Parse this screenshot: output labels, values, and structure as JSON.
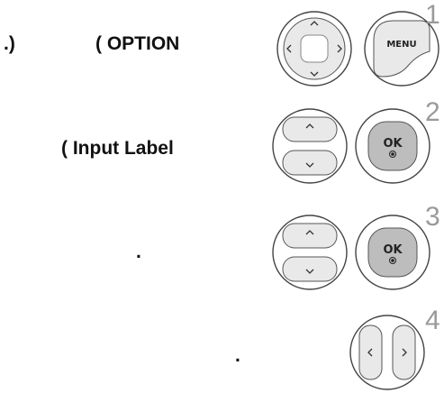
{
  "steps": [
    {
      "number": "1",
      "text_left": ".)",
      "text_main": "( OPTION",
      "buttons": [
        {
          "name": "navigation-pad",
          "icon": "dpad-icon"
        },
        {
          "name": "menu-button",
          "label": "MENU"
        }
      ]
    },
    {
      "number": "2",
      "text_main": "( Input Label",
      "buttons": [
        {
          "name": "up-down-rocker",
          "icon": "up-down-rocker-icon"
        },
        {
          "name": "ok-button",
          "label": "OK"
        }
      ]
    },
    {
      "number": "3",
      "text_main": ".",
      "buttons": [
        {
          "name": "up-down-rocker",
          "icon": "up-down-rocker-icon"
        },
        {
          "name": "ok-button",
          "label": "OK"
        }
      ]
    },
    {
      "number": "4",
      "text_main": ".",
      "buttons": [
        {
          "name": "left-right-rocker",
          "icon": "left-right-rocker-icon"
        }
      ]
    }
  ],
  "colors": {
    "button_fill": "#e9e9e9",
    "button_stroke": "#444444",
    "ok_fill": "#bdbdbd",
    "step_number": "#9a9a9a"
  }
}
